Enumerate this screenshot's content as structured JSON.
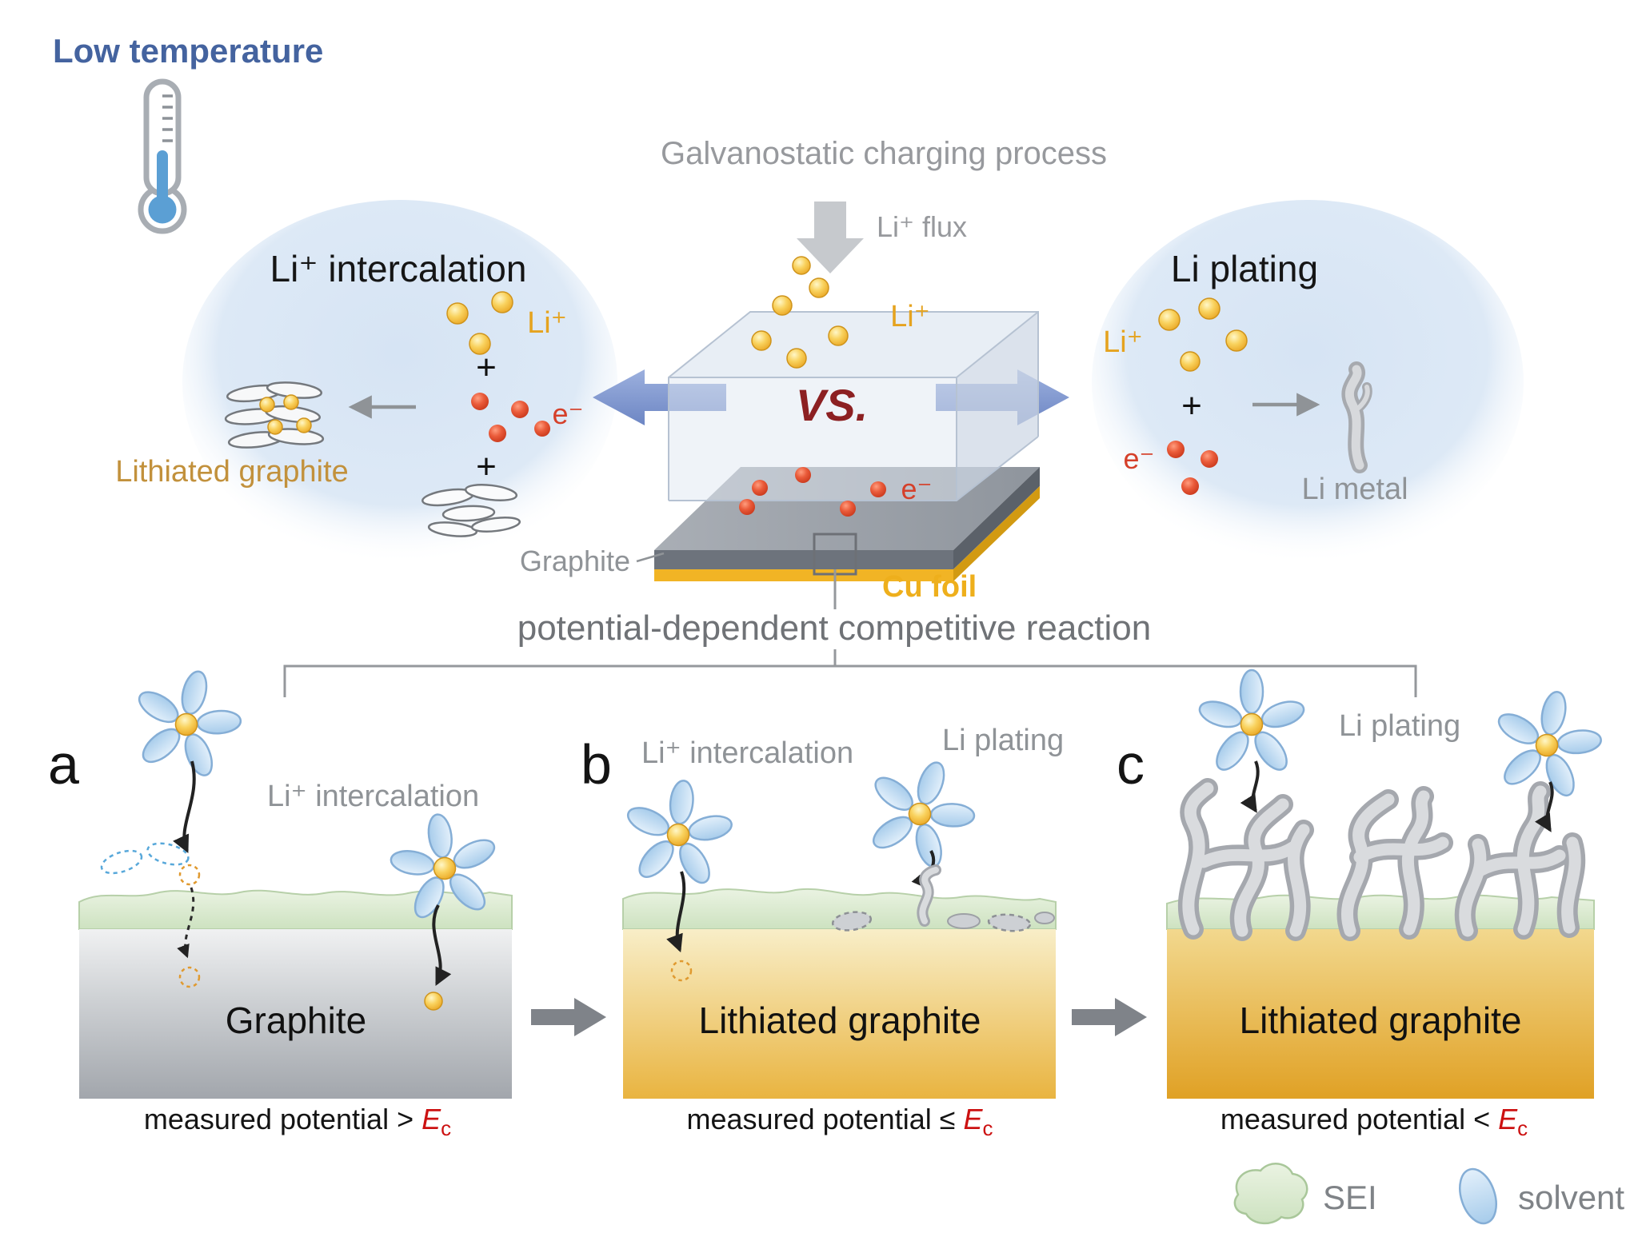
{
  "header": {
    "low_temperature": "Low temperature",
    "charging_process": "Galvanostatic charging process",
    "li_flux": "Li⁺ flux"
  },
  "left_pathway": {
    "title": "Li⁺ intercalation",
    "li_ion": "Li⁺",
    "plus_1": "+",
    "electron": "e⁻",
    "plus_2": "+",
    "product": "Lithiated graphite"
  },
  "right_pathway": {
    "title": "Li plating",
    "li_ion": "Li⁺",
    "plus": "+",
    "electron": "e⁻",
    "product": "Li metal"
  },
  "electrode": {
    "vs": "VS.",
    "li_ion": "Li⁺",
    "electron": "e⁻",
    "graphite_label": "Graphite",
    "cu_foil_label": "Cu foil"
  },
  "reaction_caption": "potential-dependent competitive reaction",
  "panel_a": {
    "letter": "a",
    "annotation": "Li⁺ intercalation",
    "block_label": "Graphite",
    "caption_text": "measured potential >",
    "caption_symbol": "E",
    "caption_subscript": "c"
  },
  "panel_b": {
    "letter": "b",
    "annotation_left": "Li⁺ intercalation",
    "annotation_right": "Li plating",
    "block_label": "Lithiated graphite",
    "caption_text": "measured potential ≤",
    "caption_symbol": "E",
    "caption_subscript": "c"
  },
  "panel_c": {
    "letter": "c",
    "annotation": "Li plating",
    "block_label": "Lithiated graphite",
    "caption_text": "measured potential <",
    "caption_symbol": "E",
    "caption_subscript": "c"
  },
  "legend": {
    "sei_label": "SEI",
    "solvent_label": "solvent"
  },
  "colors": {
    "low_temp_blue": "#44639f",
    "vs_red": "#8c2022",
    "li_yellow": "#e5a31f",
    "electron_red": "#d5402a",
    "cu_gold": "#eeaf1c",
    "ec_red": "#cc1111",
    "gray_text": "#8f9397"
  }
}
